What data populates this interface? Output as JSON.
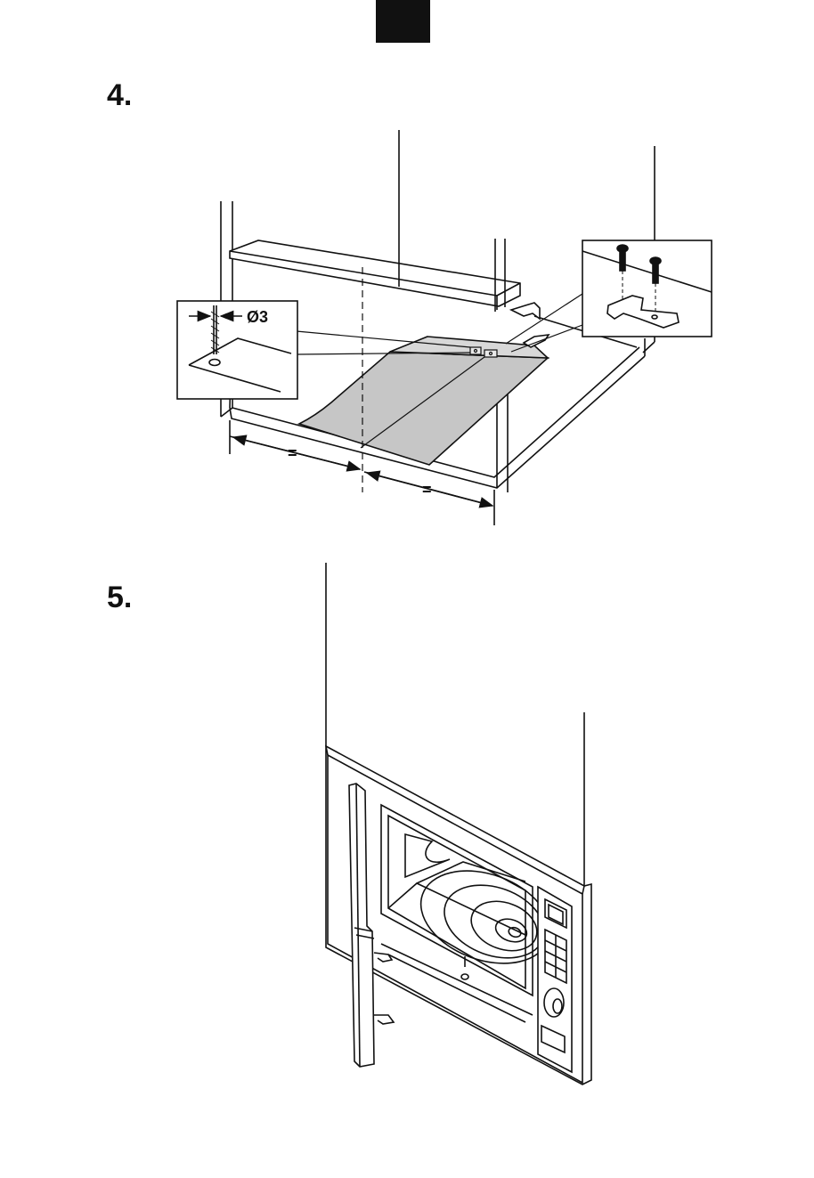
{
  "steps": [
    {
      "number": "4.",
      "figure": {
        "drill_diameter_label": "Ø3",
        "equal_marks": [
          "=",
          "="
        ]
      }
    },
    {
      "number": "5."
    }
  ]
}
